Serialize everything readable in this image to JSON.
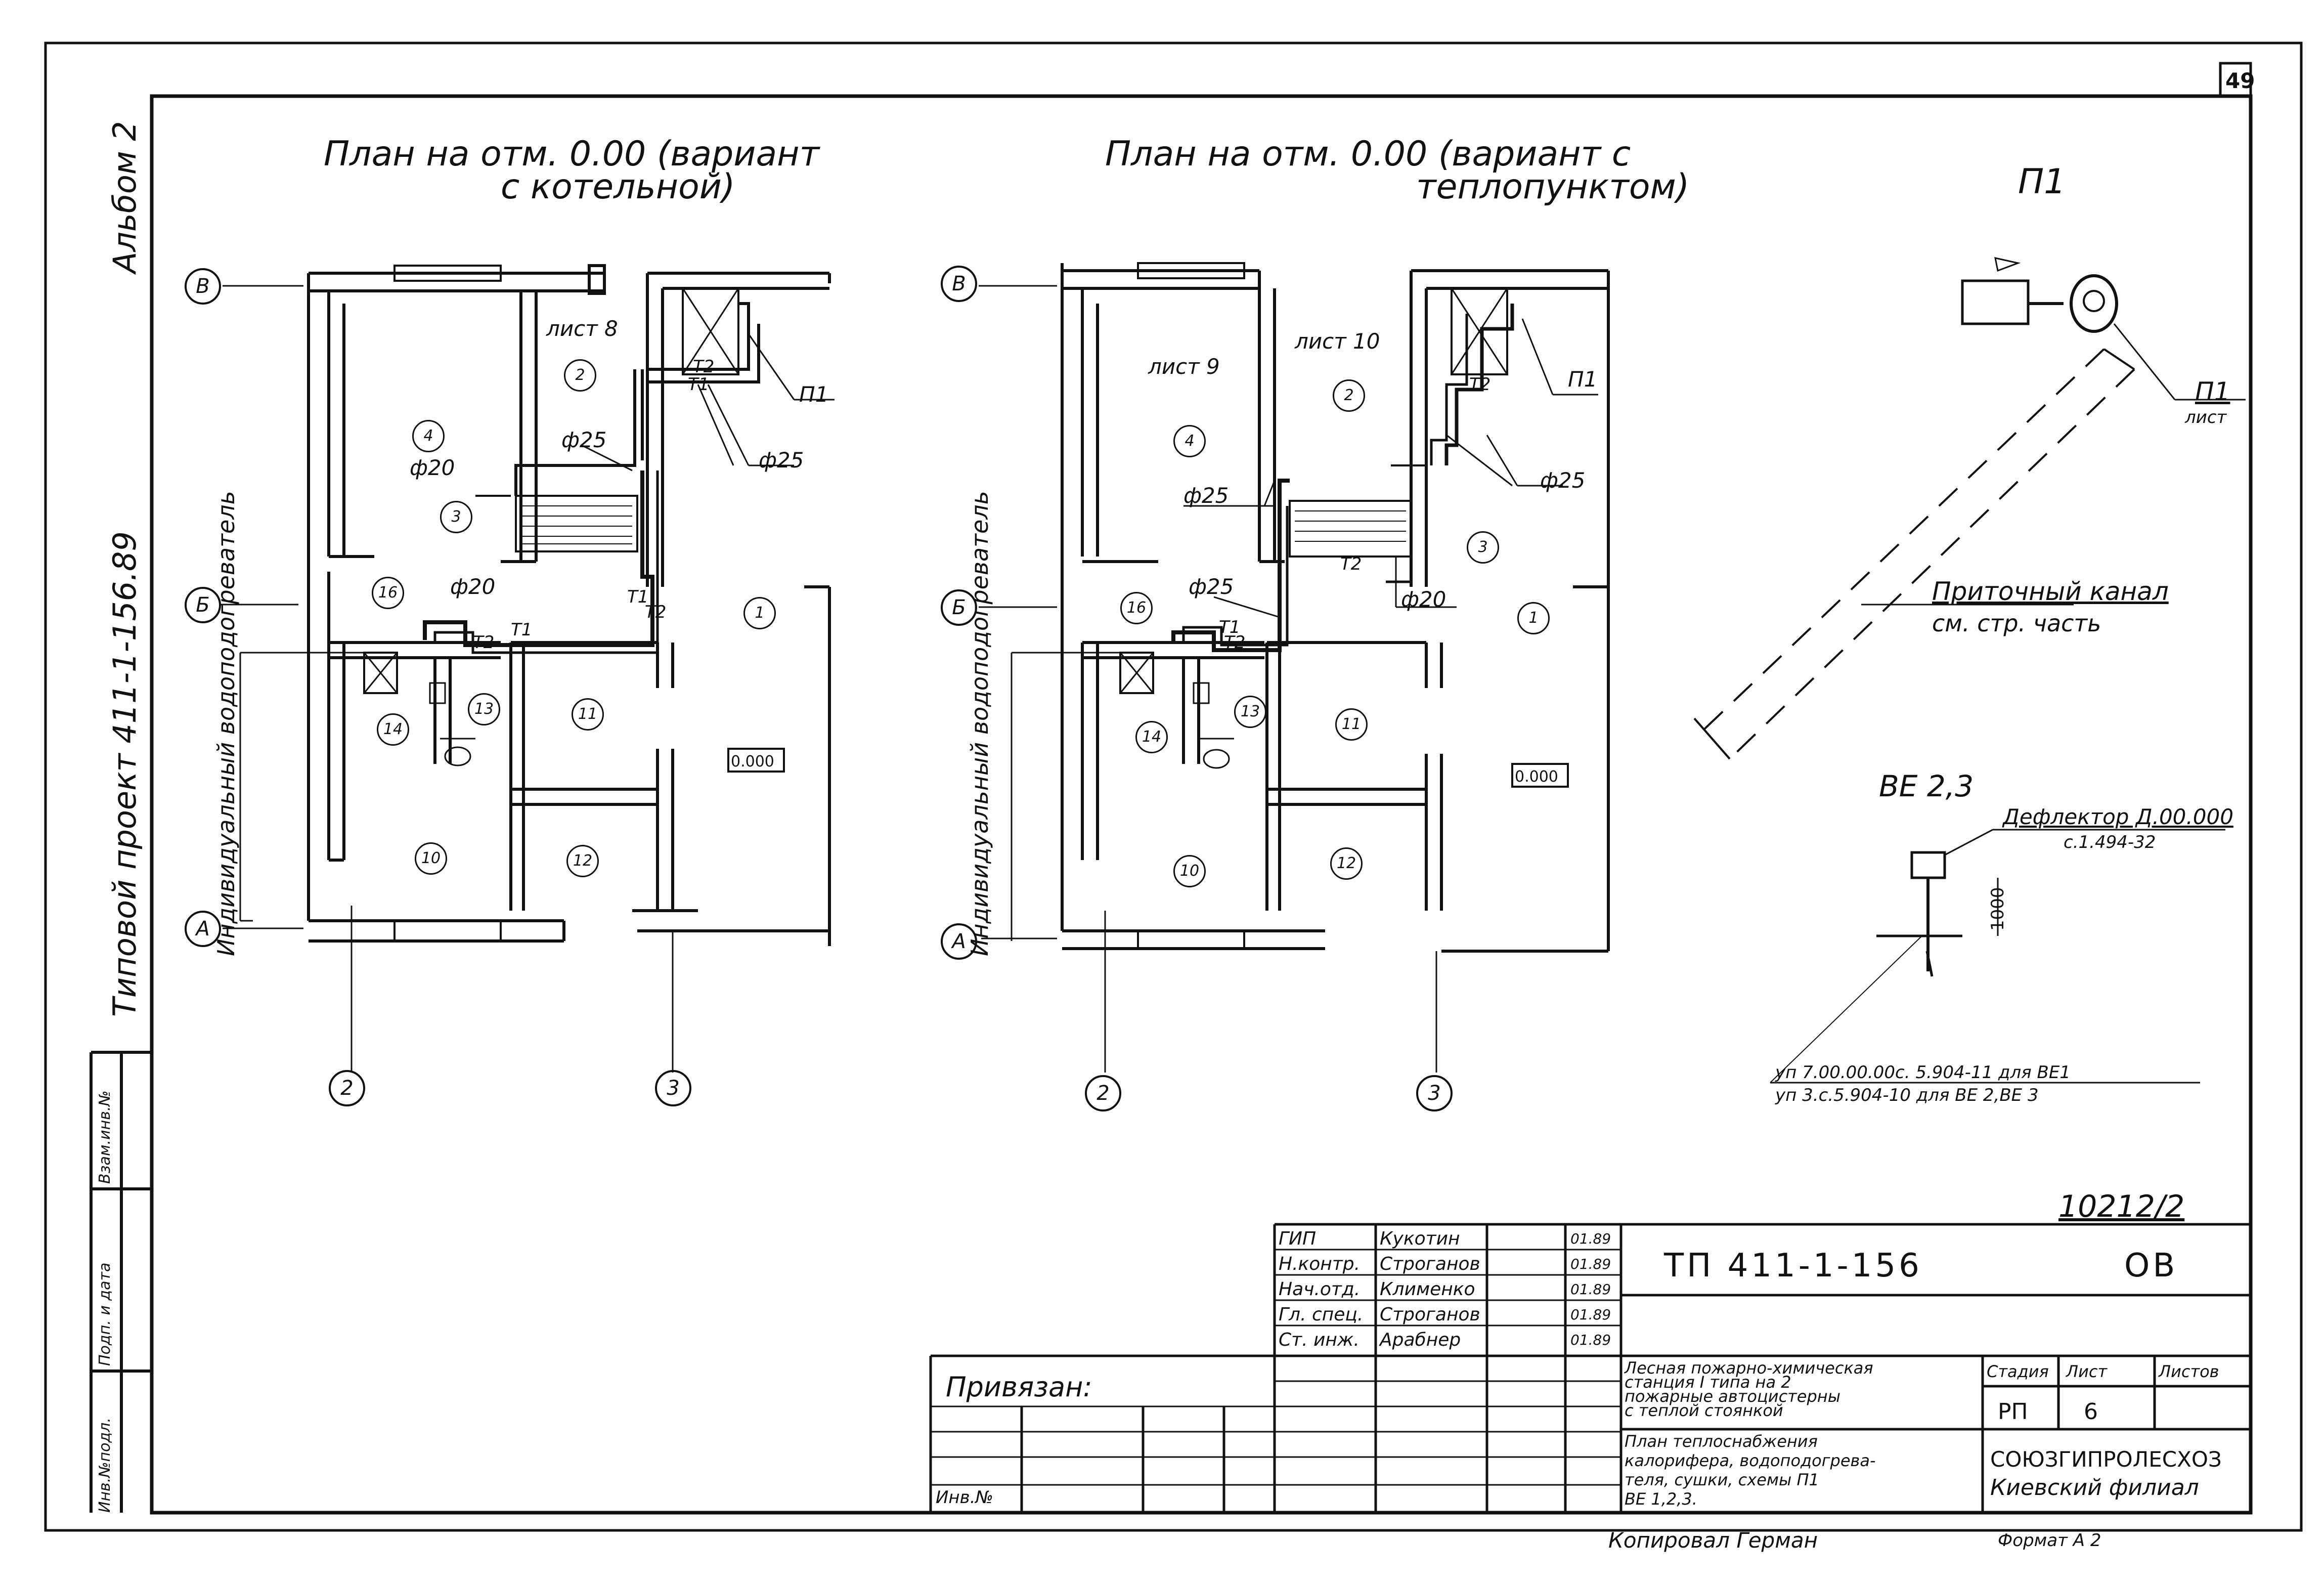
{
  "sheet": {
    "number": "49",
    "drawing_copy": "10212/2",
    "copied_by": "Копировал Герман",
    "format": "Формат А 2"
  },
  "side_strip": {
    "album": "Альбом 2",
    "project": "Типовой проект 411-1-156.89",
    "cells": [
      "Инв.№подл.",
      "Подп. и дата",
      "Взам.инв.№"
    ]
  },
  "plan_left": {
    "title_l1": "План на отм. 0.00 (вариант",
    "title_l2": "с котельной)",
    "sheet_ref": "лист 8",
    "heater_label": "Индивидуальный водоподогреватель",
    "mark": "0.000",
    "labels": [
      "П1",
      "ф25",
      "ф25",
      "ф20",
      "ф20",
      "Т1",
      "Т2",
      "Т1",
      "Т2",
      "Т1",
      "Т2"
    ],
    "rooms": [
      "1",
      "2",
      "3",
      "4",
      "10",
      "11",
      "12",
      "13",
      "14",
      "16"
    ],
    "axes_letters": [
      "В",
      "Б",
      "А"
    ],
    "axes_numbers": [
      "2",
      "3"
    ]
  },
  "plan_right": {
    "title_l1": "План на отм. 0.00 (вариант с",
    "title_l2": "теплопунктом)",
    "sheet_ref_a": "лист 9",
    "sheet_ref_b": "лист 10",
    "heater_label": "Индивидуальный водоподогреватель",
    "mark": "0.000",
    "labels": [
      "П1",
      "ф25",
      "ф25",
      "ф25",
      "ф20",
      "Т1",
      "Т2",
      "Т2",
      "Т2"
    ],
    "rooms": [
      "1",
      "2",
      "3",
      "4",
      "10",
      "11",
      "12",
      "13",
      "14",
      "16"
    ],
    "axes_letters": [
      "В",
      "Б",
      "А"
    ],
    "axes_numbers": [
      "2",
      "3"
    ]
  },
  "p1_scheme": {
    "title": "П1",
    "leader": "П1",
    "leader_sub": "лист",
    "duct_l1": "Приточный канал",
    "duct_l2": "см. стр. часть"
  },
  "be_scheme": {
    "title": "ВЕ 2,3",
    "deflector_l1": "Дефлектор Д.00.000",
    "deflector_l2": "с.1.494-32",
    "dim": "1000",
    "note1": "уп 7.00.00.00с. 5.904-11 для ВЕ1",
    "note2": "уп 3.с.5.904-10 для ВЕ 2,ВЕ 3"
  },
  "title_block": {
    "signers": [
      {
        "role": "ГИП",
        "name": "Кукотин",
        "date": "01.89"
      },
      {
        "role": "Н.контр.",
        "name": "Строганов",
        "date": "01.89"
      },
      {
        "role": "Нач.отд.",
        "name": "Клименко",
        "date": "01.89"
      },
      {
        "role": "Гл. спец.",
        "name": "Строганов",
        "date": "01.89"
      },
      {
        "role": "Ст. инж.",
        "name": "Арабнер",
        "date": "01.89"
      }
    ],
    "code": "ТП 411-1-156",
    "mark": "ОВ",
    "bound": "Привязан:",
    "inv": "Инв.№",
    "object_l1": "Лесная пожарно-химическая",
    "object_l2": "станция I типа на 2",
    "object_l3": "пожарные автоцистерны",
    "object_l4": "с теплой стоянкой",
    "sheet_title_l1": "План теплоснабжения",
    "sheet_title_l2": "калорифера, водоподогрева-",
    "sheet_title_l3": "теля, сушки, схемы П1",
    "sheet_title_l4": "ВЕ 1,2,3.",
    "stage_h": "Стадия",
    "sheet_h": "Лист",
    "sheets_h": "Листов",
    "stage": "РП",
    "sheet": "6",
    "sheets": "",
    "org_l1": "СОЮЗГИПРОЛЕСХОЗ",
    "org_l2": "Киевский филиал"
  }
}
